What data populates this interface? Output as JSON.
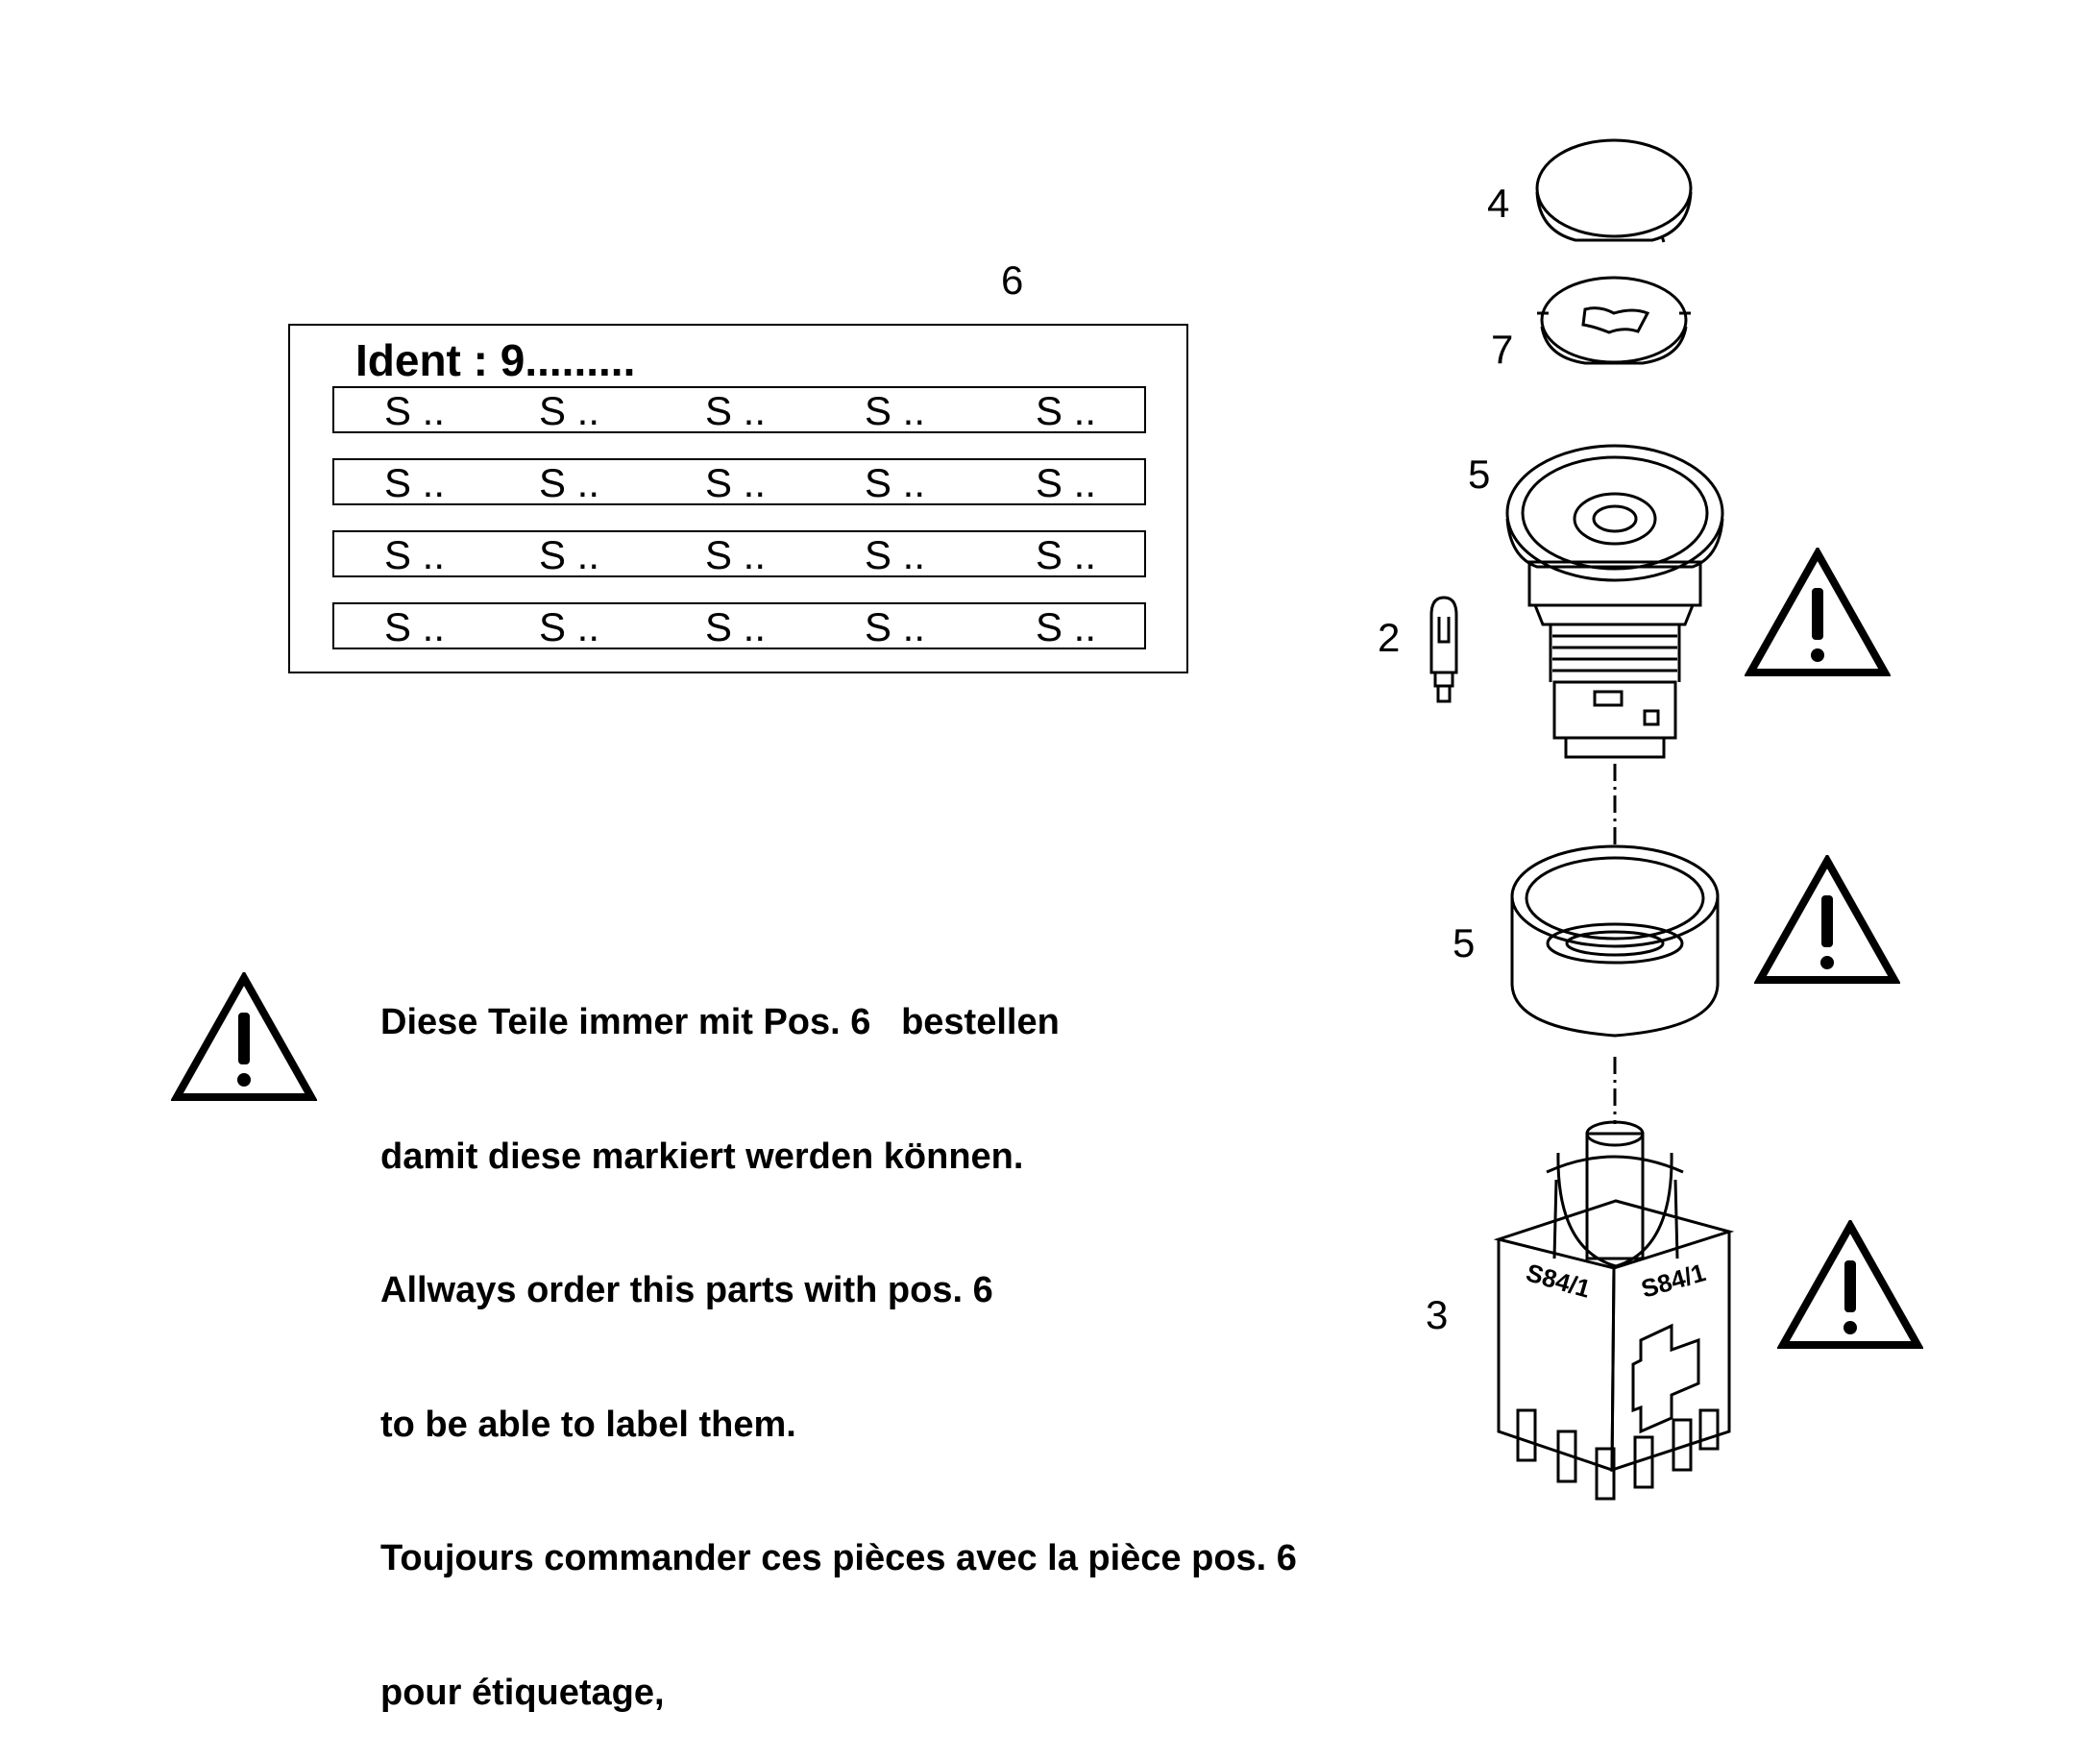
{
  "label_sheet": {
    "position": "6",
    "ident": "Ident : 9.........",
    "strips": [
      [
        "S ..",
        "S ..",
        "S ..",
        "S ..",
        "S .."
      ],
      [
        "S ..",
        "S ..",
        "S ..",
        "S ..",
        "S .."
      ],
      [
        "S ..",
        "S ..",
        "S ..",
        "S ..",
        "S .."
      ],
      [
        "S ..",
        "S ..",
        "S ..",
        "S ..",
        "S .."
      ]
    ]
  },
  "positions": {
    "cap": "4",
    "insert": "7",
    "bezel": "5",
    "bulb": "2",
    "ring": "5",
    "switch_block": "3"
  },
  "switch_block_markings": [
    "S84/1",
    "S84/1"
  ],
  "note_lines": [
    "Diese Teile immer mit Pos. 6   bestellen",
    "damit diese markiert werden können.",
    "Allways order this parts with pos. 6",
    "to be able to label them.",
    "Toujours commander ces pièces avec la pièce pos. 6",
    "pour étiquetage,"
  ],
  "icons": {
    "warning": "warning-triangle-icon"
  }
}
